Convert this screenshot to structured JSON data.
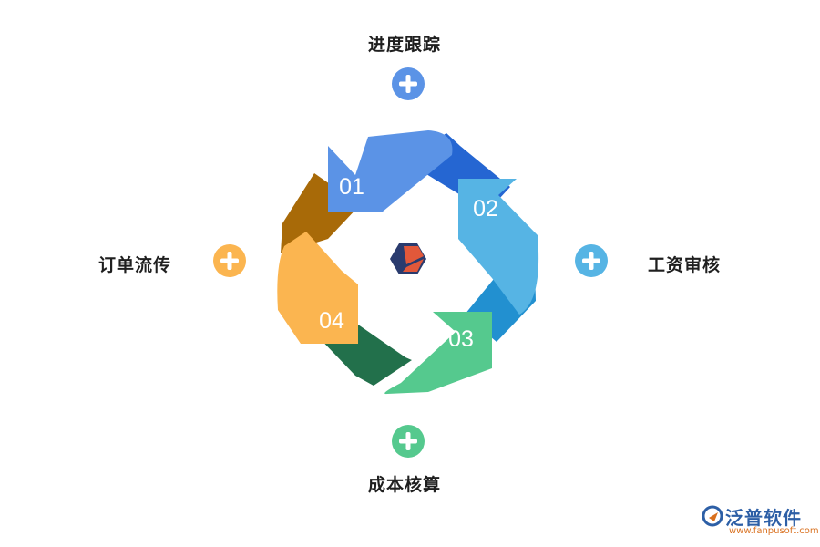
{
  "colors": {
    "step1": "#5b93e6",
    "step1_dark": "#2566d2",
    "step2": "#56b4e4",
    "step2_dark": "#2290d0",
    "step3": "#55c98e",
    "step3_dark": "#22704b",
    "step4": "#fbb550",
    "step4_dark": "#a86a08"
  },
  "labels": {
    "top": "进度跟踪",
    "right": "工资审核",
    "bottom": "成本核算",
    "left": "订单流传"
  },
  "steps": [
    {
      "num": "01",
      "color": "#5b93e6",
      "shadow": "#2566d2"
    },
    {
      "num": "02",
      "color": "#56b4e4",
      "shadow": "#2290d0"
    },
    {
      "num": "03",
      "color": "#55c98e",
      "shadow": "#22704b"
    },
    {
      "num": "04",
      "color": "#fbb550",
      "shadow": "#a86a08"
    }
  ],
  "brand": {
    "name": "泛普软件",
    "url": "www.fanpusoft.com"
  }
}
